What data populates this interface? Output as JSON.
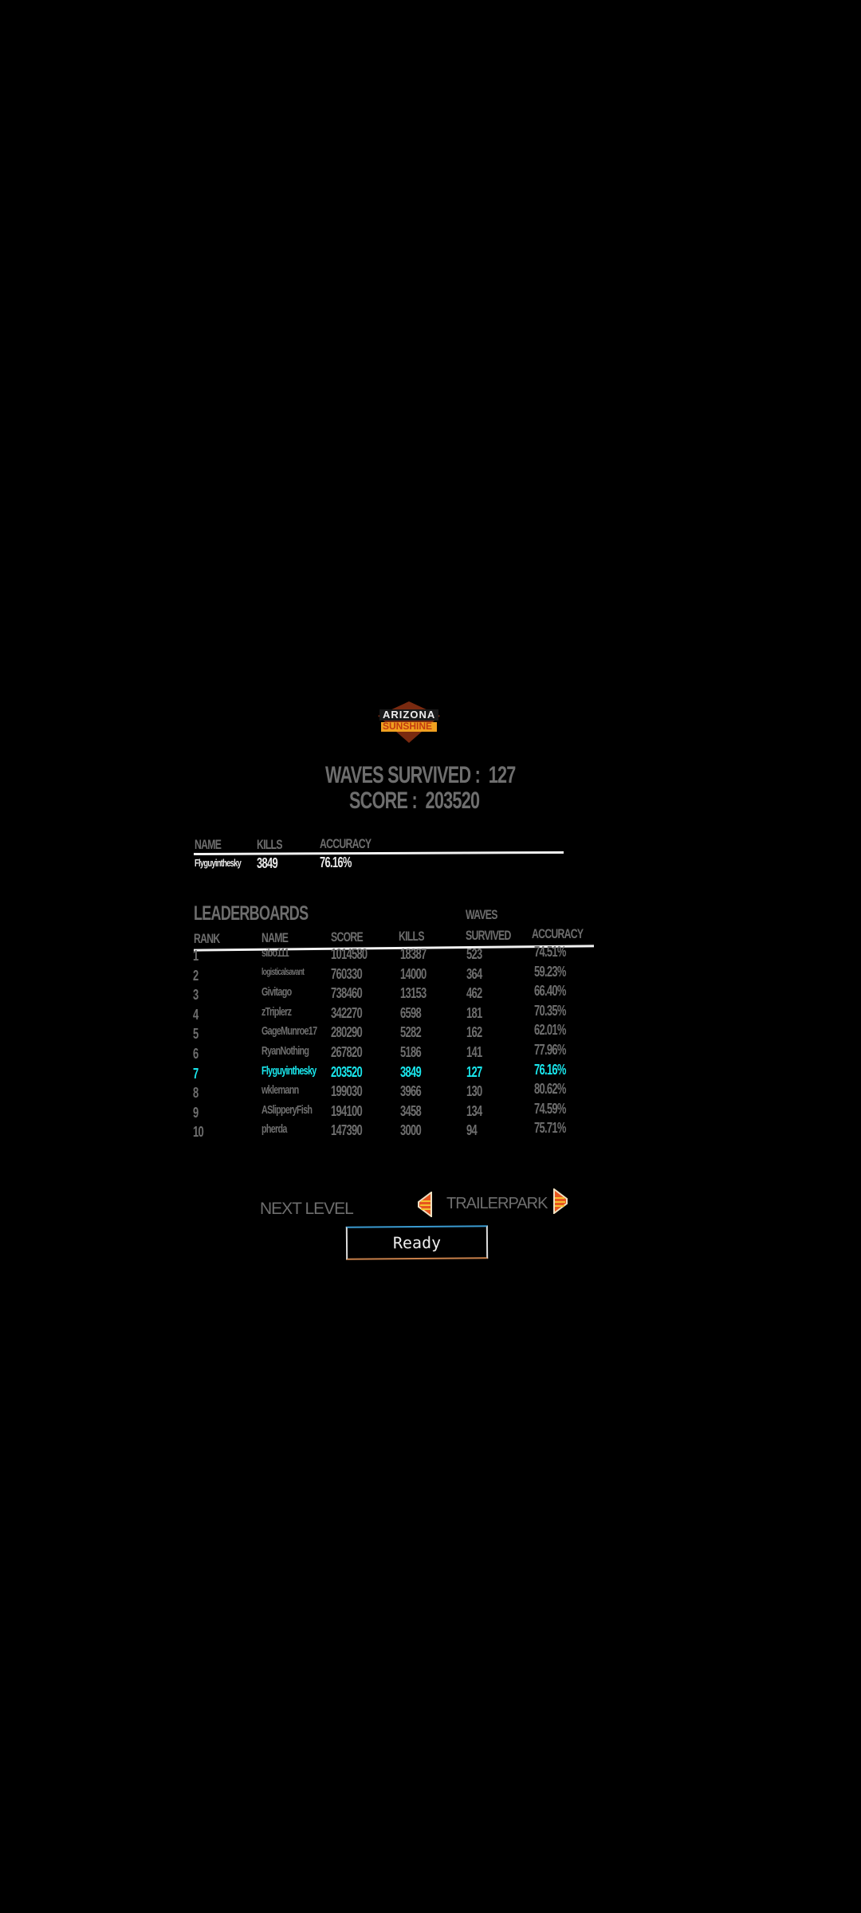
{
  "logo": {
    "line1": "ARIZONA",
    "line2": "SUNSHINE"
  },
  "summary": {
    "waves_label": "WAVES SURVIVED :",
    "waves_value": "127",
    "score_label": "SCORE :",
    "score_value": "203520"
  },
  "player_stats": {
    "headers": {
      "name": "NAME",
      "kills": "KILLS",
      "accuracy": "ACCURACY"
    },
    "row": {
      "name": "Flyguyinthesky",
      "kills": "3849",
      "accuracy": "76.16%"
    }
  },
  "leaderboard": {
    "title": "LEADERBOARDS",
    "headers": {
      "rank": "RANK",
      "name": "NAME",
      "score": "SCORE",
      "kills": "KILLS",
      "waves_top": "WAVES",
      "waves_bottom": "SURVIVED",
      "accuracy": "ACCURACY"
    },
    "rows": [
      {
        "rank": "1",
        "name": "sibo111",
        "score": "1014580",
        "kills": "18387",
        "waves": "523",
        "accuracy": "74.51%"
      },
      {
        "rank": "2",
        "name": "logisticalsavant",
        "score": "760330",
        "kills": "14000",
        "waves": "364",
        "accuracy": "59.23%"
      },
      {
        "rank": "3",
        "name": "Givitago",
        "score": "738460",
        "kills": "13153",
        "waves": "462",
        "accuracy": "66.40%"
      },
      {
        "rank": "4",
        "name": "zTriplerz",
        "score": "342270",
        "kills": "6598",
        "waves": "181",
        "accuracy": "70.35%"
      },
      {
        "rank": "5",
        "name": "GageMunroe17",
        "score": "280290",
        "kills": "5282",
        "waves": "162",
        "accuracy": "62.01%"
      },
      {
        "rank": "6",
        "name": "RyanNothing",
        "score": "267820",
        "kills": "5186",
        "waves": "141",
        "accuracy": "77.96%"
      },
      {
        "rank": "7",
        "name": "Flyguyinthesky",
        "score": "203520",
        "kills": "3849",
        "waves": "127",
        "accuracy": "76.16%"
      },
      {
        "rank": "8",
        "name": "wklemann",
        "score": "199030",
        "kills": "3966",
        "waves": "130",
        "accuracy": "80.62%"
      },
      {
        "rank": "9",
        "name": "ASlipperyFish",
        "score": "194100",
        "kills": "3458",
        "waves": "134",
        "accuracy": "74.59%"
      },
      {
        "rank": "10",
        "name": "pherda",
        "score": "147390",
        "kills": "3000",
        "waves": "94",
        "accuracy": "75.71%"
      }
    ],
    "highlight_rank": "7"
  },
  "next_level": {
    "label": "NEXT LEVEL",
    "level": "TRAILERPARK",
    "ready": "Ready"
  },
  "colors": {
    "highlight": "#19e6ec",
    "text": "#6e6e6e",
    "arrow": "#e8561e"
  }
}
